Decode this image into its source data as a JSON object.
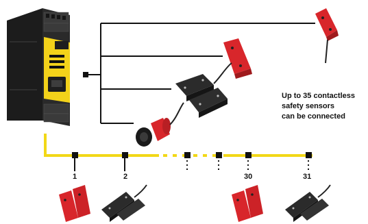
{
  "caption": {
    "line1": "Up to 35 contactless",
    "line2": "safety sensors",
    "line3": "can be connected"
  },
  "node_labels": [
    "1",
    "2",
    "30",
    "31"
  ],
  "colors": {
    "bus": "#f2d817",
    "sensor_red": "#d8262b",
    "sensor_black": "#2b2b2b",
    "controller_black": "#1e1e1e",
    "controller_yellow": "#f3d21a"
  },
  "icons": {
    "controller": "safety-controller-unit",
    "sensor_red": "red-coded-safety-sensor",
    "sensor_black": "black-magnetic-safety-sensor",
    "cylindrical": "cylindrical-safety-sensor"
  }
}
